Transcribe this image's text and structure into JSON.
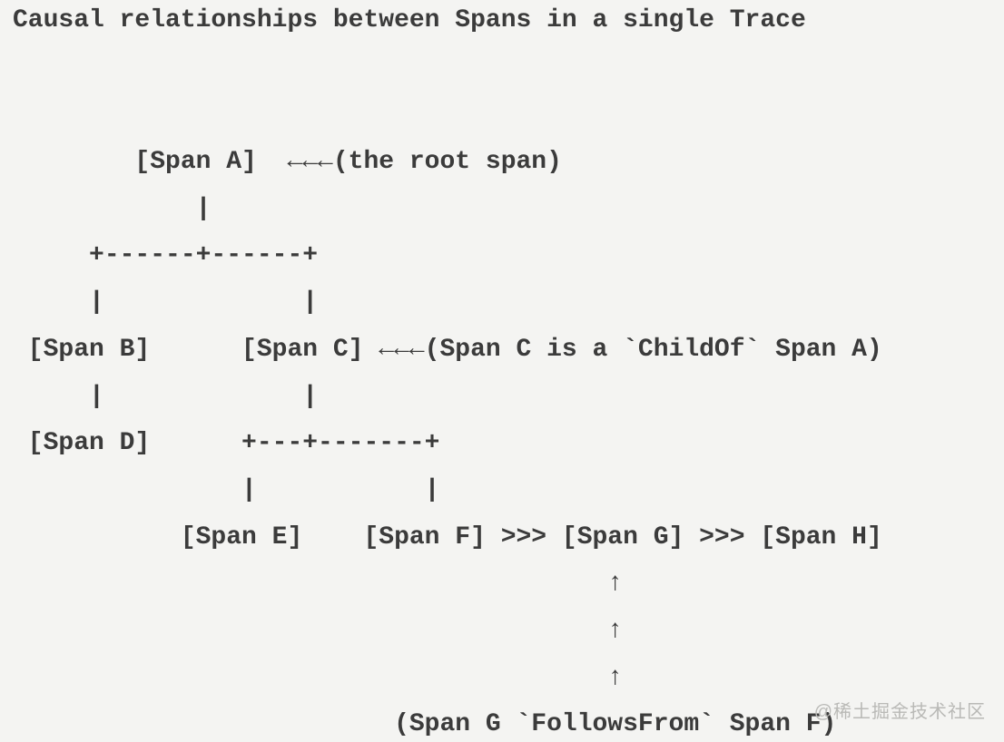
{
  "page": {
    "background_color": "#f4f4f2",
    "text_color": "#3b3b3b",
    "watermark_color": "#b9b9b6"
  },
  "title": "Causal relationships between Spans in a single Trace",
  "diagram": {
    "lines": [
      "        [Span A]  ←←←(the root span)",
      "            |",
      "     +------+------+",
      "     |             |",
      " [Span B]      [Span C] ←←←(Span C is a `ChildOf` Span A)",
      "     |             |",
      " [Span D]      +---+-------+",
      "               |           |",
      "           [Span E]    [Span F] >>> [Span G] >>> [Span H]",
      "                                       ↑",
      "                                       ↑",
      "                                       ↑",
      "                         (Span G `FollowsFrom` Span F)"
    ],
    "spans": [
      "Span A",
      "Span B",
      "Span C",
      "Span D",
      "Span E",
      "Span F",
      "Span G",
      "Span H"
    ],
    "annotations": [
      "(the root span)",
      "(Span C is a `ChildOf` Span A)",
      "(Span G `FollowsFrom` Span F)"
    ]
  },
  "watermark": {
    "text": "@稀土掘金技术社区"
  }
}
